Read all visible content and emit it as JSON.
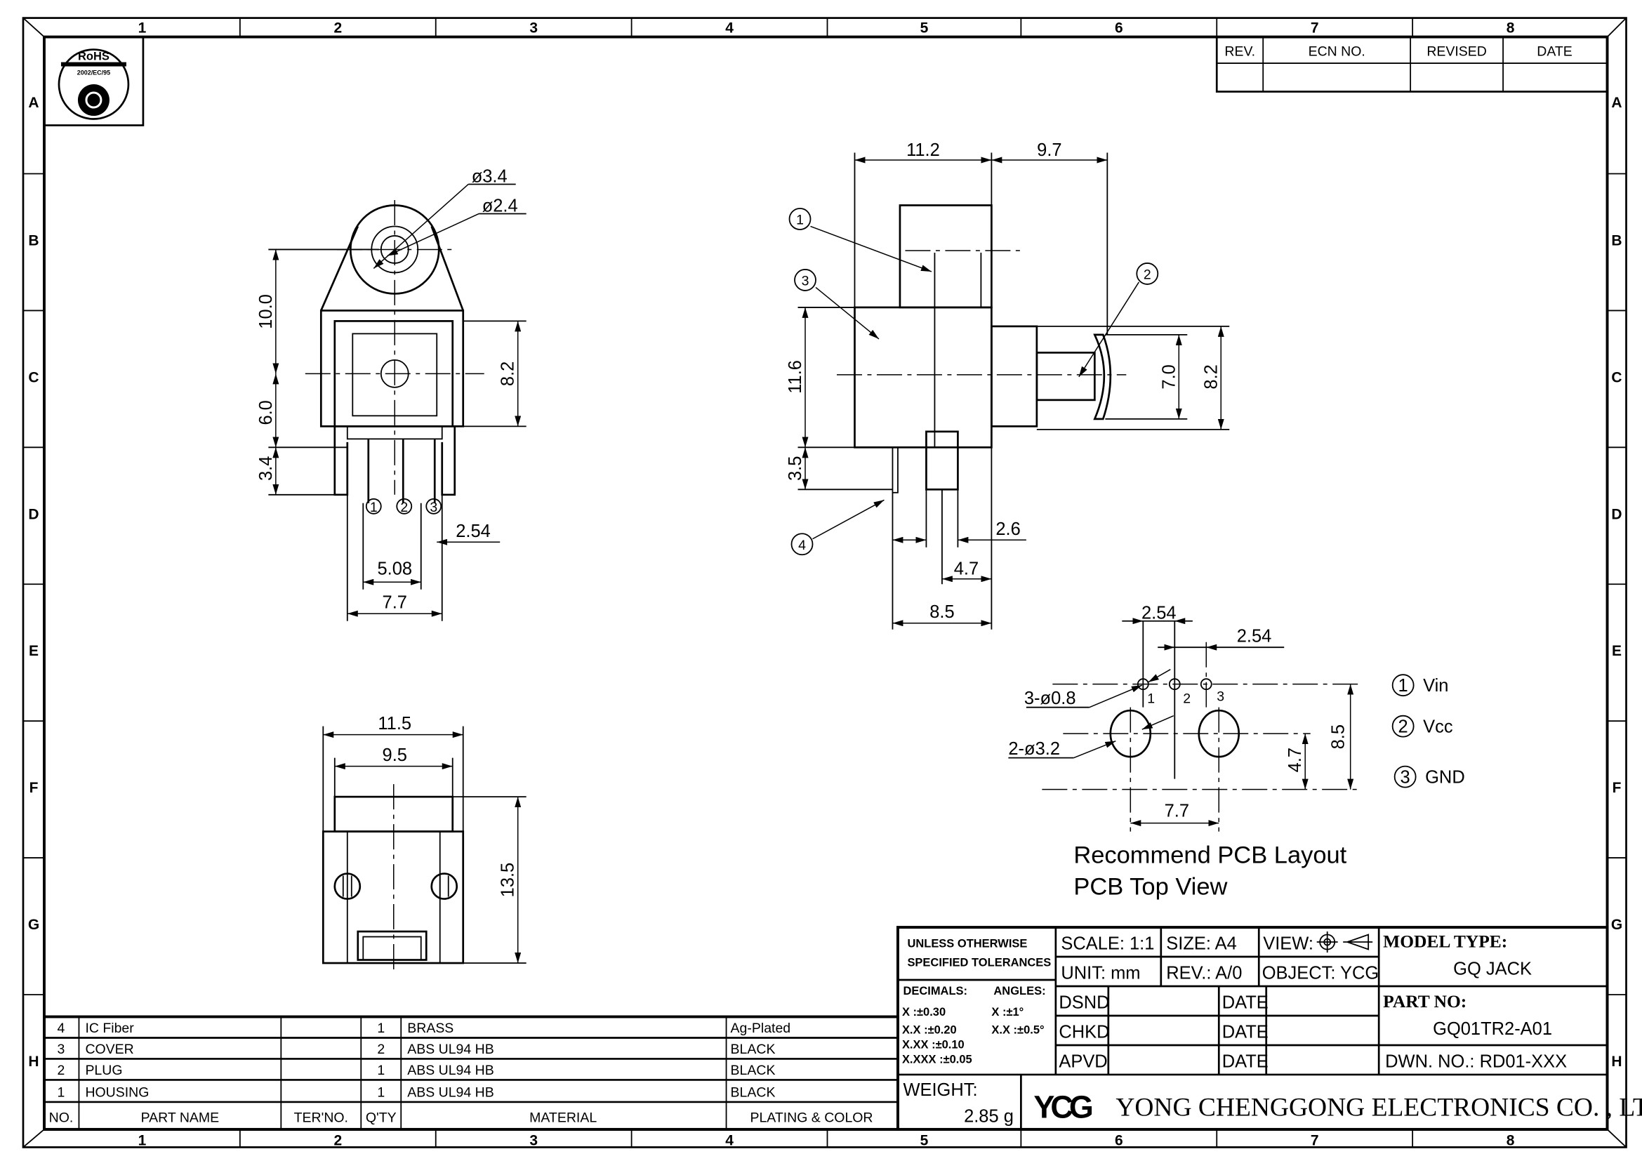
{
  "frame": {
    "columns": [
      "1",
      "2",
      "3",
      "4",
      "5",
      "6",
      "7",
      "8"
    ],
    "rows": [
      "A",
      "B",
      "C",
      "D",
      "E",
      "F",
      "G",
      "H"
    ]
  },
  "rohs": {
    "label": "RoHS",
    "directive": "2002/EC/95"
  },
  "revision_block": {
    "headers": [
      "REV.",
      "ECN NO.",
      "REVISED",
      "DATE"
    ]
  },
  "front_view": {
    "dims": {
      "d_outer": "ø3.4",
      "d_inner": "ø2.4",
      "h_top": "10.0",
      "h_mid": "6.0",
      "h_pin": "3.4",
      "body_h": "8.2",
      "pitch": "2.54",
      "pin_span": "5.08",
      "width": "7.7"
    },
    "pins": [
      "1",
      "2",
      "3"
    ]
  },
  "side_view": {
    "dims": {
      "w_body": "11.2",
      "w_plug": "9.7",
      "h_body": "11.6",
      "h_pin": "3.5",
      "h_fiber": "7.0",
      "h_cap": "8.2",
      "pin_w": "2.6",
      "pin_off": "4.7",
      "base_w": "8.5"
    },
    "callouts": [
      "1",
      "2",
      "3",
      "4"
    ]
  },
  "bottom_view": {
    "dims": {
      "w_outer": "11.5",
      "w_inner": "9.5",
      "height": "13.5"
    }
  },
  "pcb_layout": {
    "dims": {
      "pitch1": "2.54",
      "pitch2": "2.54",
      "small_holes": "3-ø0.8",
      "large_holes": "2-ø3.2",
      "hole_row": "4.7",
      "total": "8.5",
      "span": "7.7"
    },
    "hole_labels": [
      "1",
      "2",
      "3"
    ],
    "caption_1": "Recommend PCB Layout",
    "caption_2": "PCB Top View"
  },
  "pin_legend": [
    {
      "num": "1",
      "name": "Vin"
    },
    {
      "num": "2",
      "name": "Vcc"
    },
    {
      "num": "3",
      "name": "GND"
    }
  ],
  "parts_table": {
    "headers": [
      "NO.",
      "PART NAME",
      "TER'NO.",
      "Q'TY",
      "MATERIAL",
      "PLATING & COLOR"
    ],
    "rows": [
      [
        "4",
        "IC Fiber",
        "",
        "1",
        "BRASS",
        "Ag-Plated"
      ],
      [
        "3",
        "COVER",
        "",
        "2",
        "ABS UL94 HB",
        "BLACK"
      ],
      [
        "2",
        "PLUG",
        "",
        "1",
        "ABS UL94 HB",
        "BLACK"
      ],
      [
        "1",
        "HOUSING",
        "",
        "1",
        "ABS UL94 HB",
        "BLACK"
      ]
    ]
  },
  "title_block": {
    "tolerance_title_1": "UNLESS OTHERWISE",
    "tolerance_title_2": "SPECIFIED TOLERANCES",
    "decimals_label": "DECIMALS:",
    "angles_label": "ANGLES:",
    "decimals": [
      "X      :±0.30",
      "X.X    :±0.20",
      "X.XX  :±0.10",
      "X.XXX :±0.05"
    ],
    "angles": [
      "X   :±1°",
      "X.X :±0.5°"
    ],
    "scale": "SCALE:  1:1",
    "size": "SIZE:  A4",
    "view": "VIEW:",
    "unit": "UNIT:  mm",
    "rev": "REV.:  A/0",
    "object": "OBJECT:  YCG",
    "dsnd": "DSND",
    "chkd": "CHKD",
    "apvd": "APVD",
    "date": "DATE",
    "model_type_label": "MODEL TYPE:",
    "model_type": "GQ  JACK",
    "part_no_label": "PART NO:",
    "part_no": "GQ01TR2-A01",
    "dwn_no": "DWN.  NO.:  RD01-XXX",
    "weight_label": "WEIGHT:",
    "weight": "2.85   g",
    "logo": "YCG",
    "company": "YONG  CHENGGONG  ELECTRONICS  CO. , LTD."
  }
}
